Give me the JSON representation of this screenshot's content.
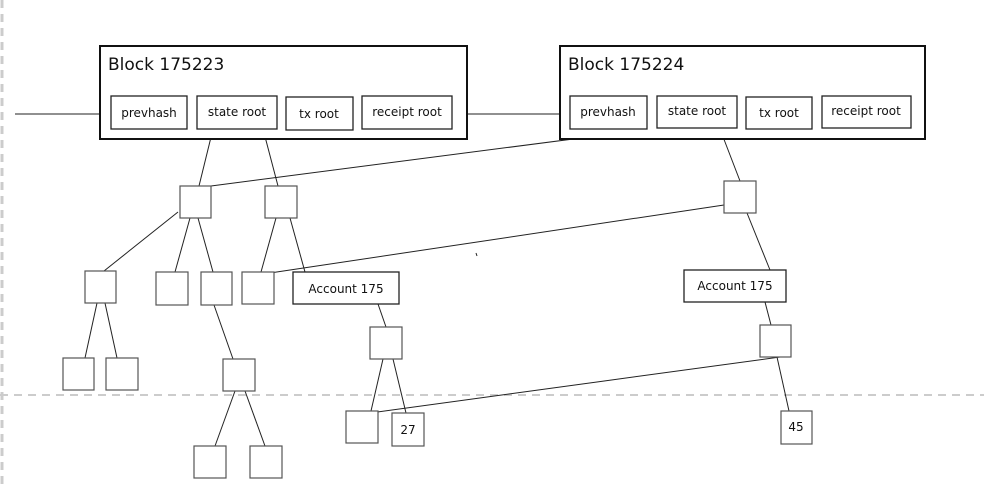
{
  "blocks": [
    {
      "title": "Block 175223",
      "fields": [
        "prevhash",
        "state root",
        "tx root",
        "receipt root"
      ]
    },
    {
      "title": "Block 175224",
      "fields": [
        "prevhash",
        "state root",
        "tx root",
        "receipt root"
      ]
    }
  ],
  "accounts": [
    {
      "label": "Account 175"
    },
    {
      "label": "Account 175"
    }
  ],
  "values": {
    "old": "27",
    "new": "45"
  }
}
